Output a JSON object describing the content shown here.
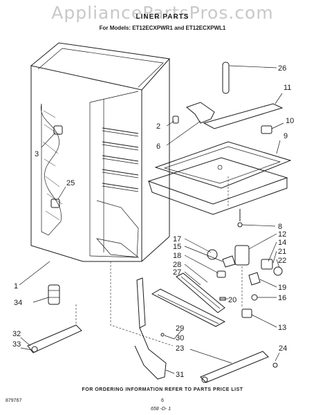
{
  "watermark": "AppliancePartsPros.com",
  "title": "LINER PARTS",
  "subtitle": "For Models: ET12ECXPWR1 and ET12ECXPWL1",
  "callouts": [
    "26",
    "11",
    "10",
    "2",
    "6",
    "9",
    "3",
    "25",
    "8",
    "17",
    "12",
    "15",
    "14",
    "18",
    "21",
    "28",
    "22",
    "27",
    "19",
    "16",
    "20",
    "1",
    "34",
    "13",
    "29",
    "30",
    "32",
    "33",
    "23",
    "31",
    "24"
  ],
  "footer_note": "FOR ORDERING INFORMATION REFER TO PARTS PRICE LIST",
  "drawing_code": "879767",
  "page_number": "6",
  "page_ref": "658 -D- 1"
}
